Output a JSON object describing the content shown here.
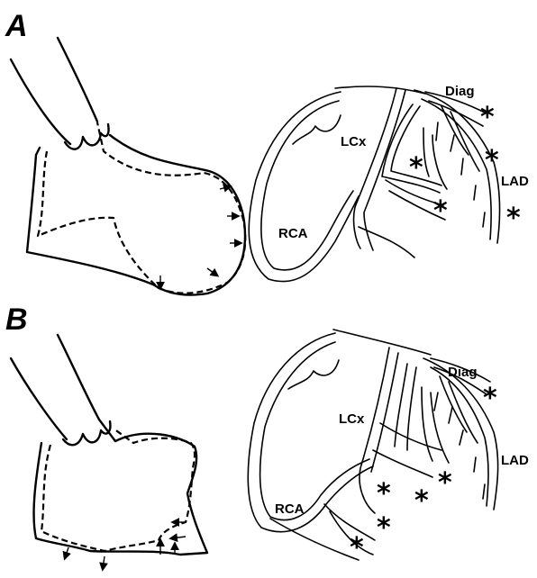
{
  "panels": [
    {
      "letter": "A",
      "labels": {
        "rca": "RCA",
        "lcx": "LCx",
        "lad": "LAD",
        "diag": "Diag"
      },
      "asterisks": [
        "*",
        "*",
        "*",
        "*",
        "*",
        "*"
      ]
    },
    {
      "letter": "B",
      "labels": {
        "rca": "RCA",
        "lcx": "LCx",
        "lad": "LAD",
        "diag": "Diag"
      },
      "asterisks": [
        "*",
        "*",
        "*",
        "*",
        "*",
        "*",
        "*"
      ]
    }
  ]
}
